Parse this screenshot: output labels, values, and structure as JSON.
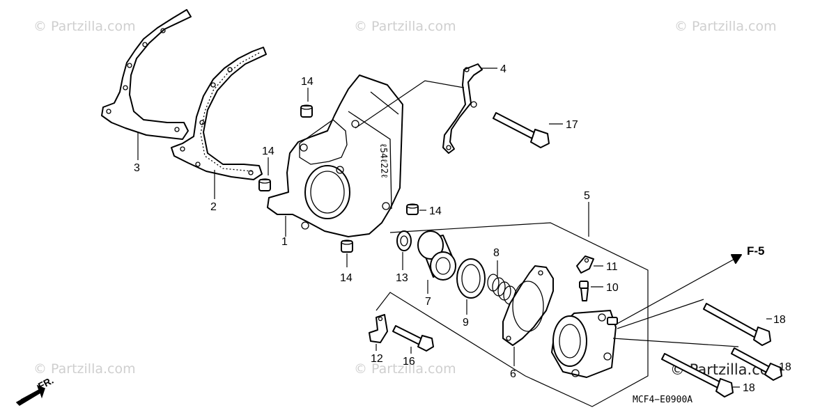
{
  "watermark": {
    "text": "© Partzilla.com",
    "bottom_text": "© Partzilla.com"
  },
  "diagram_code": "MCF4−E0900A",
  "reference": "F-5",
  "front_marker": "FR.",
  "callouts": {
    "c1": "1",
    "c2": "2",
    "c3": "3",
    "c4": "4",
    "c5": "5",
    "c6": "6",
    "c7": "7",
    "c8": "8",
    "c9": "9",
    "c10": "10",
    "c11": "11",
    "c12": "12",
    "c13": "13",
    "c14a": "14",
    "c14b": "14",
    "c14c": "14",
    "c14d": "14",
    "c16": "16",
    "c17": "17",
    "c18a": "18",
    "c18b": "18",
    "c18c": "18"
  },
  "cover_marking": "ℓ54ℓ22ℓ"
}
